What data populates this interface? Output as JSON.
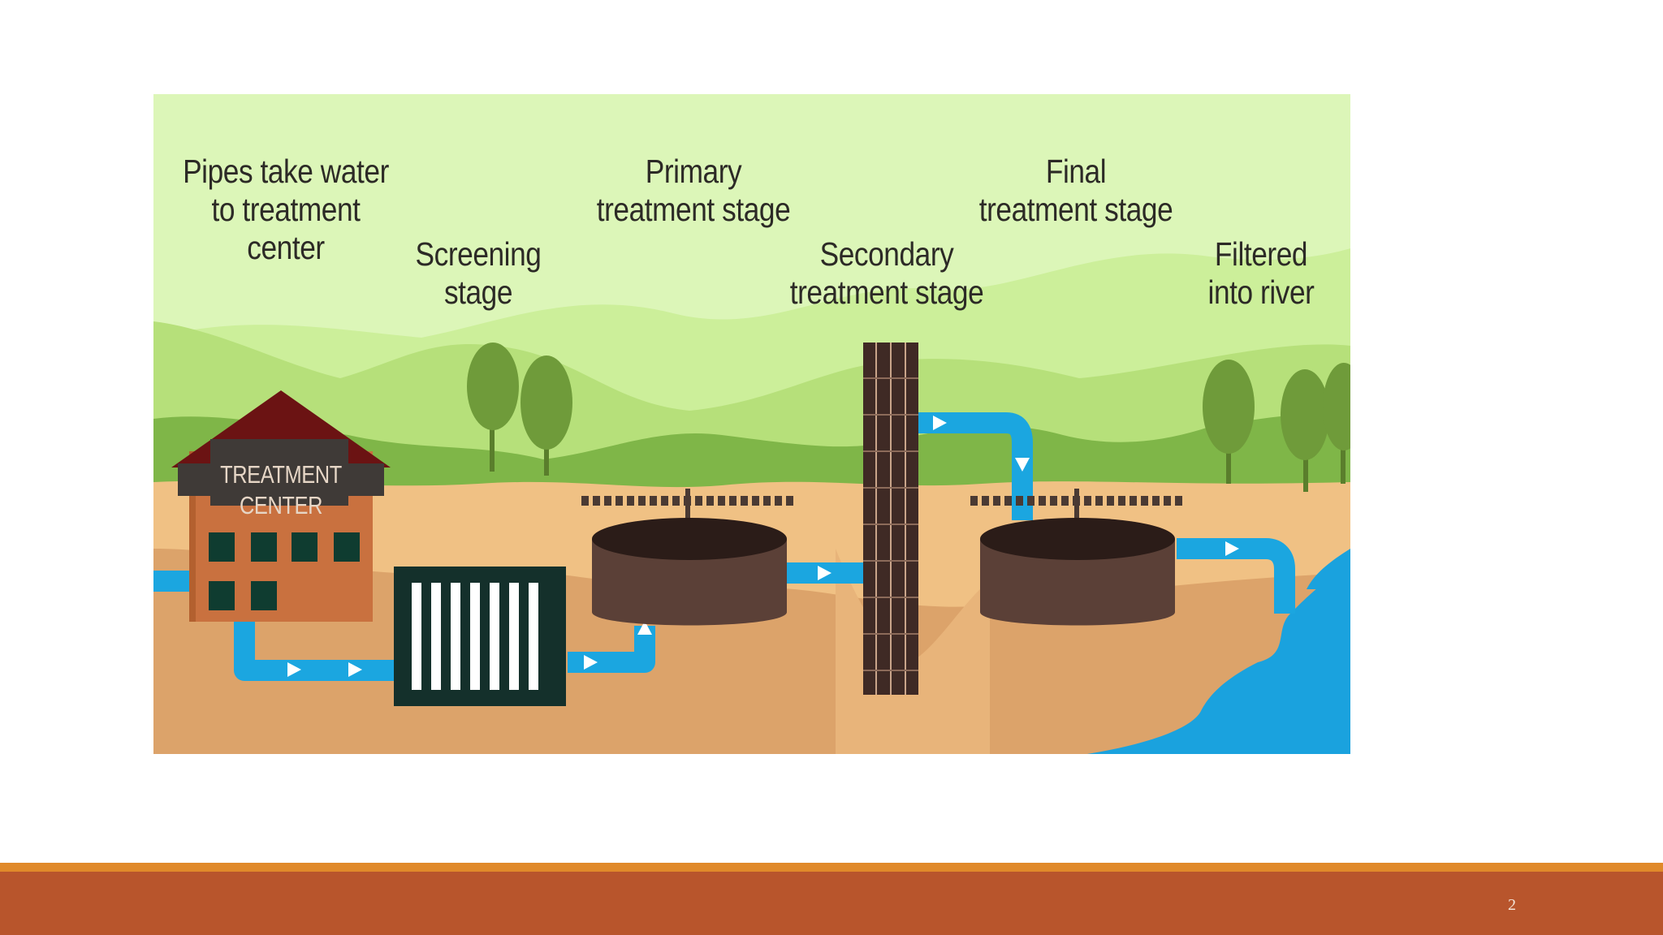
{
  "slide": {
    "page_number": "2",
    "colors": {
      "footer_stripe": "#e0892a",
      "footer_bar": "#b8552c"
    }
  },
  "figure": {
    "labels": {
      "pipes": "Pipes take water\nto treatment\ncenter",
      "screening": "Screening\nstage",
      "primary": "Primary\ntreatment stage",
      "secondary": "Secondary\ntreatment stage",
      "final": "Final\ntreatment stage",
      "filtered": "Filtered\ninto river"
    },
    "building_sign": "TREATMENT\nCENTER",
    "colors": {
      "sky": "#d9f5b4",
      "hills_light": "#b8e27e",
      "hills_dark": "#7cb045",
      "ground": "#dba66b",
      "pipe": "#1ba6e0",
      "water": "#19a0dc",
      "building": "#c8703d",
      "roof": "#6b1414",
      "tank": "#5a4238",
      "screen": "#16302c"
    }
  }
}
